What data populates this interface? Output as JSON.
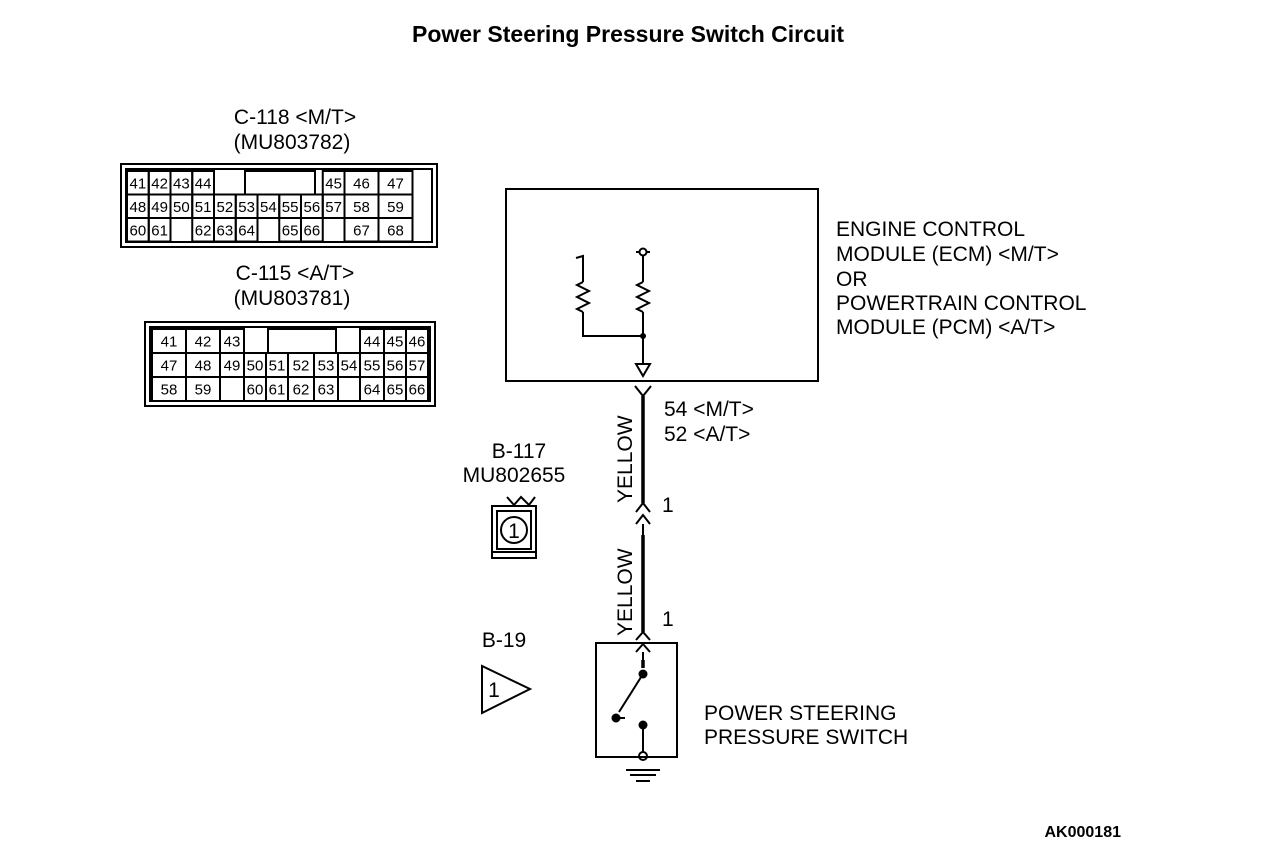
{
  "title": "Power Steering Pressure Switch Circuit",
  "connectors": {
    "c118": {
      "name": "C-118 <M/T>",
      "part": "(MU803782)",
      "rows": [
        [
          "41",
          "42",
          "43",
          "44",
          "",
          "45",
          "46",
          "47"
        ],
        [
          "48",
          "49",
          "50",
          "51",
          "52",
          "53",
          "54",
          "55",
          "56",
          "57",
          "58",
          "59"
        ],
        [
          "60",
          "61",
          "",
          "62",
          "63",
          "64",
          "",
          "65",
          "66",
          "",
          "67",
          "68"
        ]
      ]
    },
    "c115": {
      "name": "C-115 <A/T>",
      "part": "(MU803781)",
      "rows": [
        [
          "41",
          "42",
          "43",
          "",
          "44",
          "45",
          "46"
        ],
        [
          "47",
          "48",
          "49",
          "50",
          "51",
          "52",
          "53",
          "54",
          "55",
          "56",
          "57"
        ],
        [
          "58",
          "59",
          "",
          "60",
          "61",
          "62",
          "63",
          "",
          "64",
          "65",
          "66"
        ]
      ]
    },
    "b117": {
      "name": "B-117",
      "part": "MU802655",
      "pin": "1"
    },
    "b19": {
      "name": "B-19",
      "pin": "1"
    }
  },
  "ecm_label": [
    "ENGINE CONTROL",
    "MODULE (ECM) <M/T>",
    "OR",
    "POWERTRAIN CONTROL",
    "MODULE (PCM) <A/T>"
  ],
  "wire": {
    "color_label": "YELLOW",
    "ecm_pins": [
      "54 <M/T>",
      "52 <A/T>"
    ],
    "b117_pin": "1",
    "switch_pin": "1"
  },
  "switch_label": [
    "POWER STEERING",
    "PRESSURE SWITCH"
  ],
  "figure_ref": "AK000181"
}
